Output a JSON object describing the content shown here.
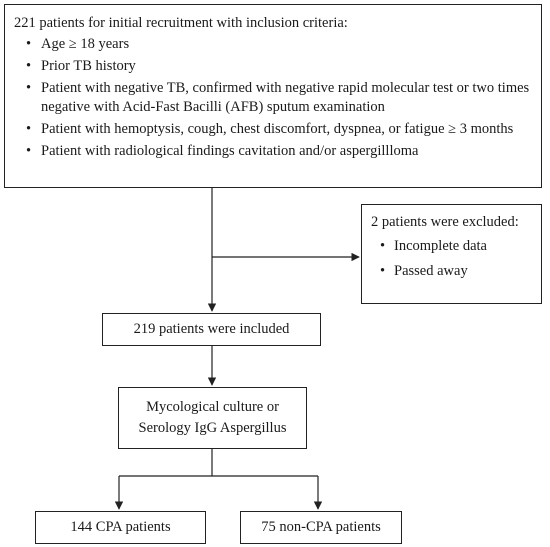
{
  "criteria": {
    "heading": "221 patients for initial recruitment with inclusion criteria:",
    "items": [
      {
        "text": "Age ≥ 18 years"
      },
      {
        "text": "Prior TB history"
      },
      {
        "text": "Patient with negative TB, confirmed with negative rapid molecular test or two times negative with Acid-Fast Bacilli (AFB) sputum examination"
      },
      {
        "text": "Patient with hemoptysis, cough, chest discomfort, dyspnea, or fatigue ≥ 3 months"
      },
      {
        "text": "Patient with radiological findings cavitation and/or aspergillloma"
      }
    ]
  },
  "excluded": {
    "heading": "2 patients were excluded:",
    "items": [
      {
        "text": "Incomplete data"
      },
      {
        "text": "Passed away"
      }
    ]
  },
  "included": {
    "text": "219 patients were included"
  },
  "culture": {
    "line1": "Mycological culture or",
    "line2": "Serology IgG Aspergillus"
  },
  "outcomes": {
    "cpa": "144 CPA patients",
    "noncpa": "75 non-CPA patients"
  },
  "bullet_symbol": "•"
}
